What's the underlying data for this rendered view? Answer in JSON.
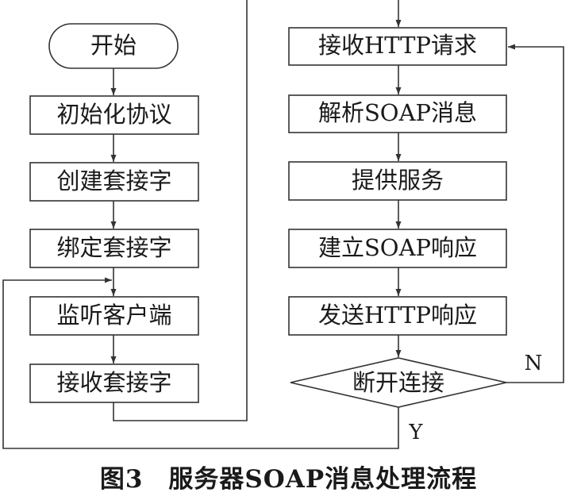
{
  "left_column": {
    "start": "开始",
    "steps": [
      "初始化协议",
      "创建套接字",
      "绑定套接字",
      "监听客户端",
      "接收套接字"
    ]
  },
  "right_column": {
    "steps": [
      "接收HTTP请求",
      "解析SOAP消息",
      "提供服务",
      "建立SOAP响应",
      "发送HTTP响应"
    ],
    "decision": "断开连接",
    "yes_label": "Y",
    "no_label": "N"
  },
  "caption": "图3　服务器SOAP消息处理流程"
}
